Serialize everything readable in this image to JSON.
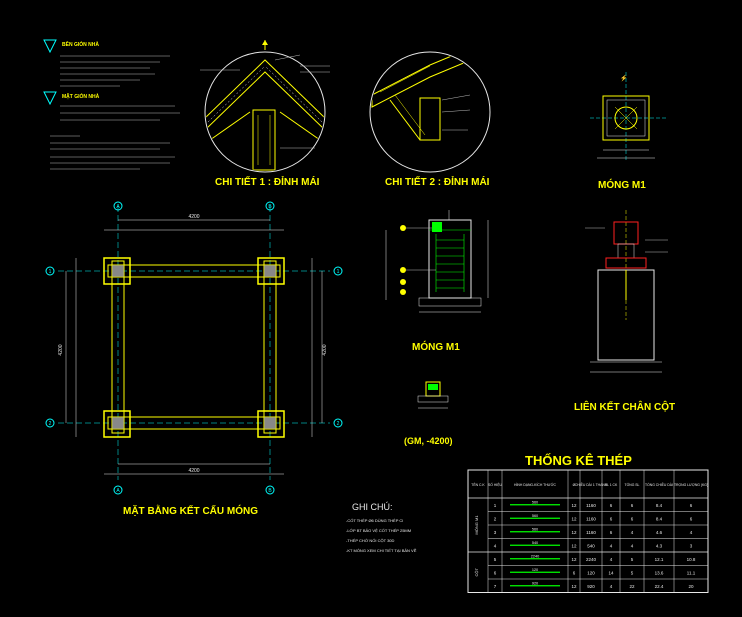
{
  "colors": {
    "background": "#000000",
    "title": "#ffff00",
    "structure": "#ffff00",
    "text": "#e8e8e8",
    "axis": "#00ffff",
    "rebar": "#00ff00",
    "red": "#ff2020",
    "magenta": "#ff00ff"
  },
  "titles": {
    "detail1": "CHI TIẾT 1 : ĐỈNH MÁI",
    "detail2": "CHI TIẾT 2 : ĐỈNH MÁI",
    "mong_m1_top": "MÓNG M1",
    "mong_m1_section": "MÓNG M1",
    "lien_ket": "LIÊN KẾT CHÂN CỘT",
    "plan": "MẶT BẰNG KẾT CẤU MÓNG",
    "steel_table": "THỐNG KÊ THÉP",
    "gm_section": "(GM, -4200)",
    "notes_heading": "GHI CHÚ:"
  },
  "axes": {
    "cols": [
      "A",
      "B"
    ],
    "rows": [
      "1",
      "2"
    ]
  },
  "dims": {
    "plan_top": "4200",
    "plan_bottom": "4200",
    "plan_left": "4200",
    "plan_right": "4200"
  },
  "notes": [
    "-CỐT THÉP Ø6 DÙNG THÉP CI",
    "-LỚP BT BẢO VỆ CỐT THÉP 25MM",
    "-THÉP CHỜ NỐI CỘT 30D",
    "-KT MÓNG XEM CHI TIẾT TẠI BẢN VẼ"
  ],
  "steel_table": {
    "headers": [
      "TÊN C.K",
      "SỐ HIỆU",
      "HÌNH DẠNG-KÍCH THƯỚC",
      "Ø",
      "CHIỀU DÀI 1 THANH",
      "SL 1 CK",
      "TỔNG SL",
      "TỔNG CHIỀU DÀI",
      "TRỌNG LƯỢNG (KG)"
    ],
    "groups": [
      {
        "name": "MÓNG M1",
        "rows": [
          [
            "1",
            "560",
            "12",
            "1160",
            "6",
            "6",
            "8.4",
            "6"
          ],
          [
            "2",
            "560",
            "12",
            "1160",
            "6",
            "6",
            "8.4",
            "6"
          ],
          [
            "3",
            "560",
            "12",
            "1160",
            "6",
            "4",
            "4.6",
            "4"
          ],
          [
            "4",
            "540",
            "12",
            "540",
            "4",
            "4",
            "4.3",
            "3"
          ]
        ]
      },
      {
        "name": "CỘT",
        "rows": [
          [
            "5",
            "2240",
            "12",
            "2240",
            "4",
            "5",
            "12.1",
            "10.8"
          ],
          [
            "6",
            "120",
            "6",
            "120",
            "14",
            "5",
            "13.6",
            "11.1"
          ],
          [
            "7",
            "920",
            "12",
            "920",
            "4",
            "22",
            "22.4",
            "20"
          ]
        ]
      }
    ]
  },
  "top_notes": [
    "BÊN GIÓN NHÀ",
    "MẶT GIÓN NHÀ"
  ]
}
